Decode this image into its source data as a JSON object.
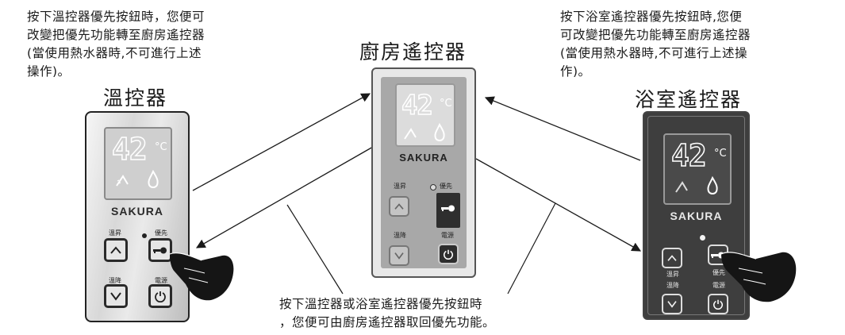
{
  "notes": {
    "top_left": "按下溫控器優先按鈕時，您便可\n改變把優先功能轉至廚房遙控器\n(當使用熱水器時,不可進行上述\n操作)。",
    "top_right": "按下浴室遙控器優先按鈕時,您便\n可改變把優先功能轉至廚房遙控器\n(當使用熱水器時,不可進行上述操\n作)。",
    "bottom": "按下溫控器或浴室遙控器優先按鈕時\n，您便可由廚房遙控器取回優先功能。"
  },
  "remotes": {
    "left": {
      "title": "溫控器",
      "temperature": "42",
      "unit": "°C",
      "brand": "SAKURA",
      "labels": {
        "temp_up": "溫昇",
        "priority": "優先",
        "temp_down": "溫降",
        "power": "電源"
      }
    },
    "kitchen": {
      "title": "廚房遙控器",
      "temperature": "42",
      "unit": "°C",
      "brand": "SAKURA",
      "labels": {
        "temp_up": "溫昇",
        "priority": "優先",
        "temp_down": "溫降",
        "power": "電源"
      }
    },
    "bathroom": {
      "title": "浴室遙控器",
      "temperature": "42",
      "unit": "°C",
      "brand": "SAKURA",
      "labels": {
        "temp_up": "溫昇",
        "priority": "優先",
        "temp_down": "溫降",
        "power": "電源"
      }
    }
  },
  "colors": {
    "arrow": "#1a1a1a",
    "indicator_dot": "#222222",
    "indicator_dot_dark": "#f2f2f2"
  },
  "icons": [
    "up-arrow-icon",
    "down-arrow-icon",
    "key-icon",
    "power-icon",
    "flame-icon",
    "shower-icon",
    "pointing-hand-icon"
  ]
}
